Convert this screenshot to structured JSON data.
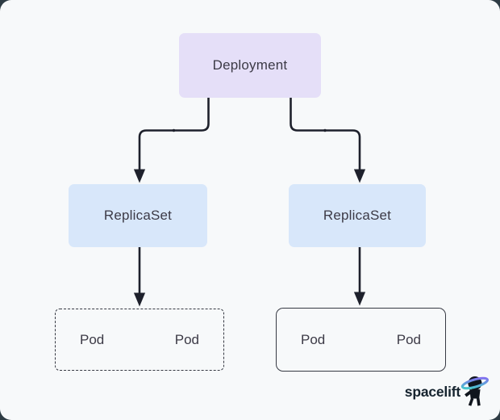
{
  "canvas": {
    "background": "#F7F9FA",
    "outer_background": "#2E3C44",
    "line_color": "#1E212C",
    "text_color": "#3C3A46"
  },
  "nodes": {
    "deployment": {
      "label": "Deployment",
      "fill": "#E5DFF8"
    },
    "replicaset_left": {
      "label": "ReplicaSet",
      "fill": "#D8E7FA"
    },
    "replicaset_right": {
      "label": "ReplicaSet",
      "fill": "#D8E7FA"
    },
    "pod_group_left": {
      "border_style": "dashed",
      "pods": [
        "Pod",
        "Pod"
      ]
    },
    "pod_group_right": {
      "border_style": "solid",
      "pods": [
        "Pod",
        "Pod"
      ]
    }
  },
  "edges": [
    {
      "from": "deployment",
      "to": "replicaset_left"
    },
    {
      "from": "deployment",
      "to": "replicaset_right"
    },
    {
      "from": "replicaset_left",
      "to": "pod_group_left"
    },
    {
      "from": "replicaset_right",
      "to": "pod_group_right"
    }
  ],
  "logo": {
    "text": "spacelift",
    "text_color": "#16242F",
    "ring_gradient_start": "#3ED5C6",
    "ring_gradient_end": "#8A63F4",
    "figure_color": "#10151D"
  }
}
